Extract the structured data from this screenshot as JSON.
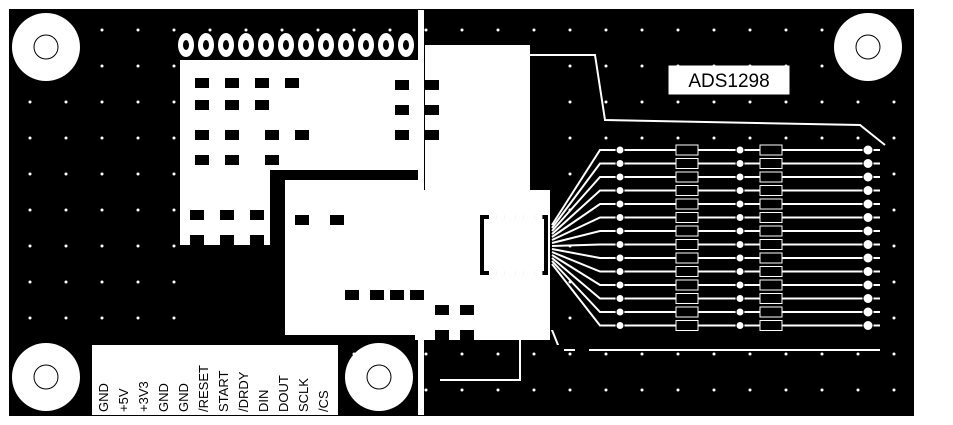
{
  "board": {
    "title_label": "ADS1298",
    "connector_pins": [
      "GND",
      "+5V",
      "+3V3",
      "GND",
      "GND",
      "/RESET",
      "START",
      "/DRDY",
      "DIN",
      "DOUT",
      "SCLK",
      "/CS"
    ],
    "copper_color": "#000000",
    "substrate_color": "#ffffff"
  }
}
